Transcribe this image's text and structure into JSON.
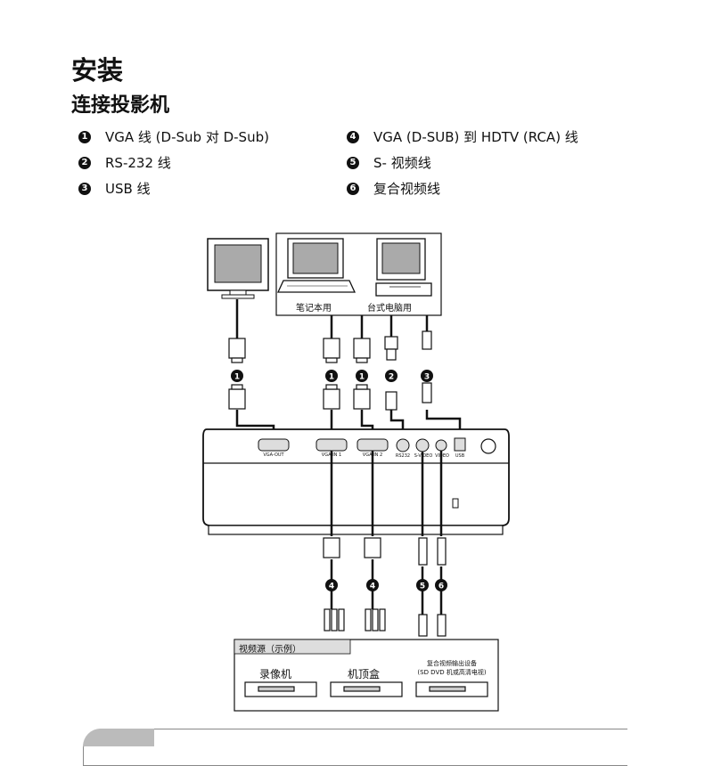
{
  "page": {
    "title": "安装",
    "subtitle": "连接投影机"
  },
  "legend": [
    {
      "num": "1",
      "label": "VGA 线 (D-Sub 对 D-Sub)"
    },
    {
      "num": "2",
      "label": "RS-232 线"
    },
    {
      "num": "3",
      "label": "USB 线"
    },
    {
      "num": "4",
      "label": "VGA (D-SUB) 到 HDTV (RCA) 线"
    },
    {
      "num": "5",
      "label": "S- 视频线"
    },
    {
      "num": "6",
      "label": "复合视频线"
    }
  ],
  "devices": {
    "laptop_label": "笔记本用",
    "desktop_label": "台式电脑用"
  },
  "ports": {
    "vga_out": "VGA-OUT",
    "vga_in1": "VGA-IN 1",
    "vga_in2": "VGA-IN 2",
    "rs232": "RS232",
    "svideo": "S-VIDEO",
    "video": "VIDEO",
    "usb": "USB"
  },
  "sources": {
    "header": "视频源（示例）",
    "vcr": "录像机",
    "stb": "机顶盒",
    "composite_line1": "复合视频输出设备",
    "composite_line2": "(SD DVD 机或高清电视)"
  }
}
